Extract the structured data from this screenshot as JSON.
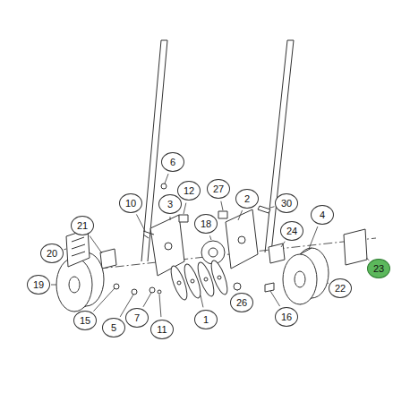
{
  "diagram": {
    "labels": [
      "6",
      "10",
      "12",
      "27",
      "2",
      "30",
      "3",
      "18",
      "24",
      "4",
      "20",
      "21",
      "23",
      "19",
      "22",
      "15",
      "5",
      "7",
      "11",
      "1",
      "26",
      "16"
    ]
  }
}
